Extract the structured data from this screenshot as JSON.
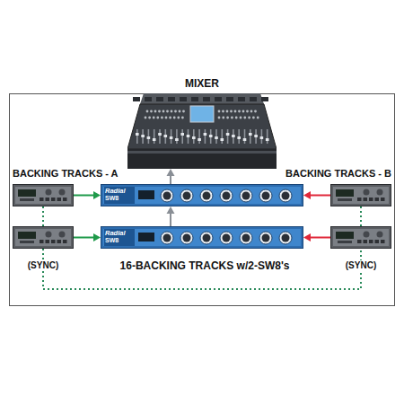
{
  "diagram": {
    "nodes": [
      {
        "text": [
          "MIXER"
        ]
      },
      {
        "text": [
          "BACKING TRACKS - A"
        ]
      },
      {
        "text": [
          "Radial",
          "SW8"
        ]
      },
      {
        "text": [
          "BACKING TRACKS - B"
        ]
      },
      {
        "text": [
          "(SYNC)"
        ]
      },
      {
        "text": [
          "Radial",
          "SW8"
        ]
      },
      {
        "text": [
          "(SYNC)"
        ]
      }
    ],
    "edges": [
      {
        "from": 1,
        "to": 2,
        "arrow": "to"
      },
      {
        "from": 3,
        "to": 2,
        "arrow": "to"
      },
      {
        "from": 4,
        "to": 5,
        "arrow": "to"
      },
      {
        "from": 6,
        "to": 5,
        "arrow": "to"
      },
      {
        "from": 5,
        "to": 2,
        "arrow": "to"
      },
      {
        "from": 2,
        "to": 0,
        "arrow": "to"
      },
      {
        "from": 1,
        "to": 4,
        "arrow": "none"
      },
      {
        "from": 3,
        "to": 6,
        "arrow": "none"
      },
      {
        "from": 4,
        "to": 6,
        "arrow": "none"
      }
    ],
    "labels": [
      "16-BACKING TRACKS w/2-SW8's"
    ]
  }
}
